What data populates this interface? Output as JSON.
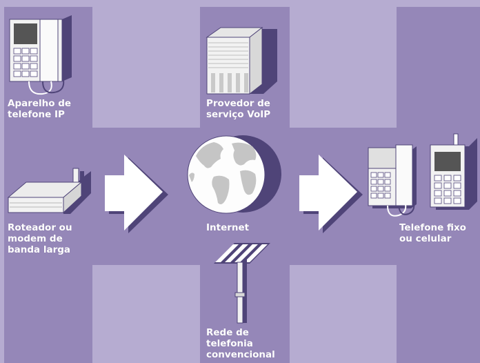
{
  "colors": {
    "background": "#9587b8",
    "light_cell": "#b6acd1",
    "dark_edge": "#4f4478",
    "panel_white": "#f2f2f2",
    "label_text": "#ffffff"
  },
  "nodes": {
    "ip_phone": {
      "line1": "Aparelho de",
      "line2": "telefone IP",
      "icon": "desk-phone-icon"
    },
    "voip_provider": {
      "line1": "Provedor de",
      "line2": "serviço VoIP",
      "icon": "server-building-icon"
    },
    "router": {
      "line1": "Roteador ou",
      "line2": "modem de",
      "line3": "banda larga",
      "icon": "router-icon"
    },
    "internet": {
      "line1": "Internet",
      "icon": "globe-icon"
    },
    "destination": {
      "line1": "Telefone fixo",
      "line2": "ou celular",
      "icon": "phones-icon"
    },
    "pstn": {
      "line1": "Rede de",
      "line2": "telefonia",
      "line3": "convencional",
      "icon": "telephone-pole-icon"
    }
  }
}
